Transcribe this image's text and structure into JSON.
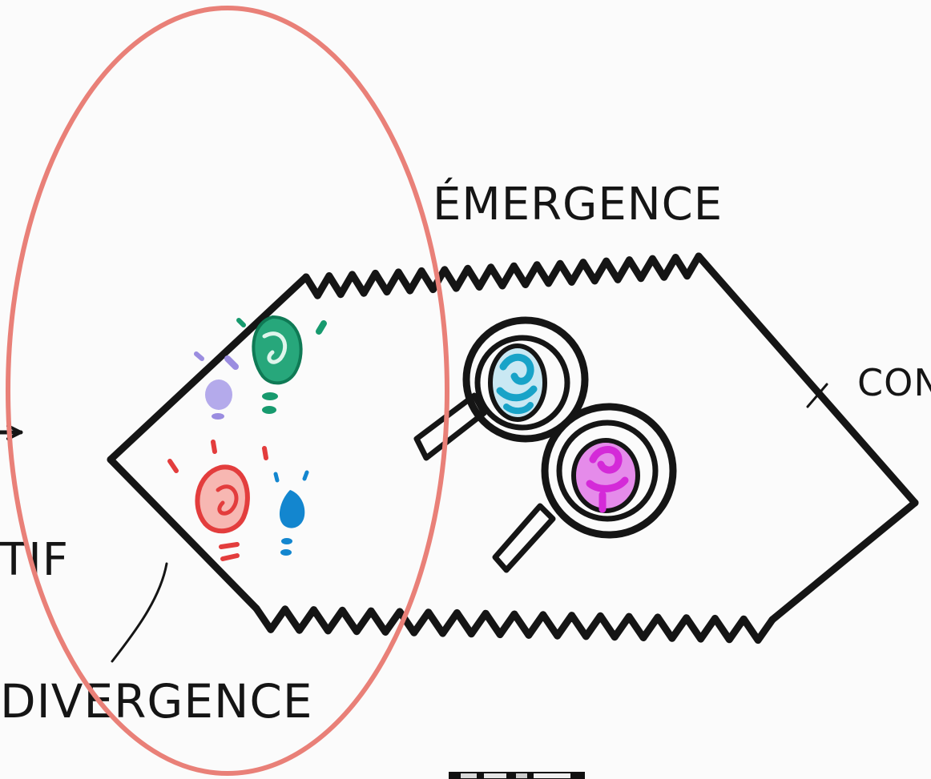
{
  "labels": {
    "emergence": "ÉMERGENCE",
    "convergence_cut": "CON",
    "left_cut": "TIF",
    "divergence": "DIVERGENCE"
  },
  "colors": {
    "ink": "#151515",
    "highlight_ellipse": "#e98078",
    "green_bulb": "#179a6e",
    "purple_bulb": "#9b8de0",
    "red_bulb": "#ea4a4a",
    "blue_bulb": "#1386cf",
    "cyan_idea": "#18a3c8",
    "magenta_idea": "#d42ad8"
  },
  "icons": [
    "green-lightbulb-icon",
    "purple-lightbulb-icon",
    "red-lightbulb-icon",
    "blue-lightbulb-icon",
    "magnifying-glass-icon",
    "arrow-icon"
  ]
}
